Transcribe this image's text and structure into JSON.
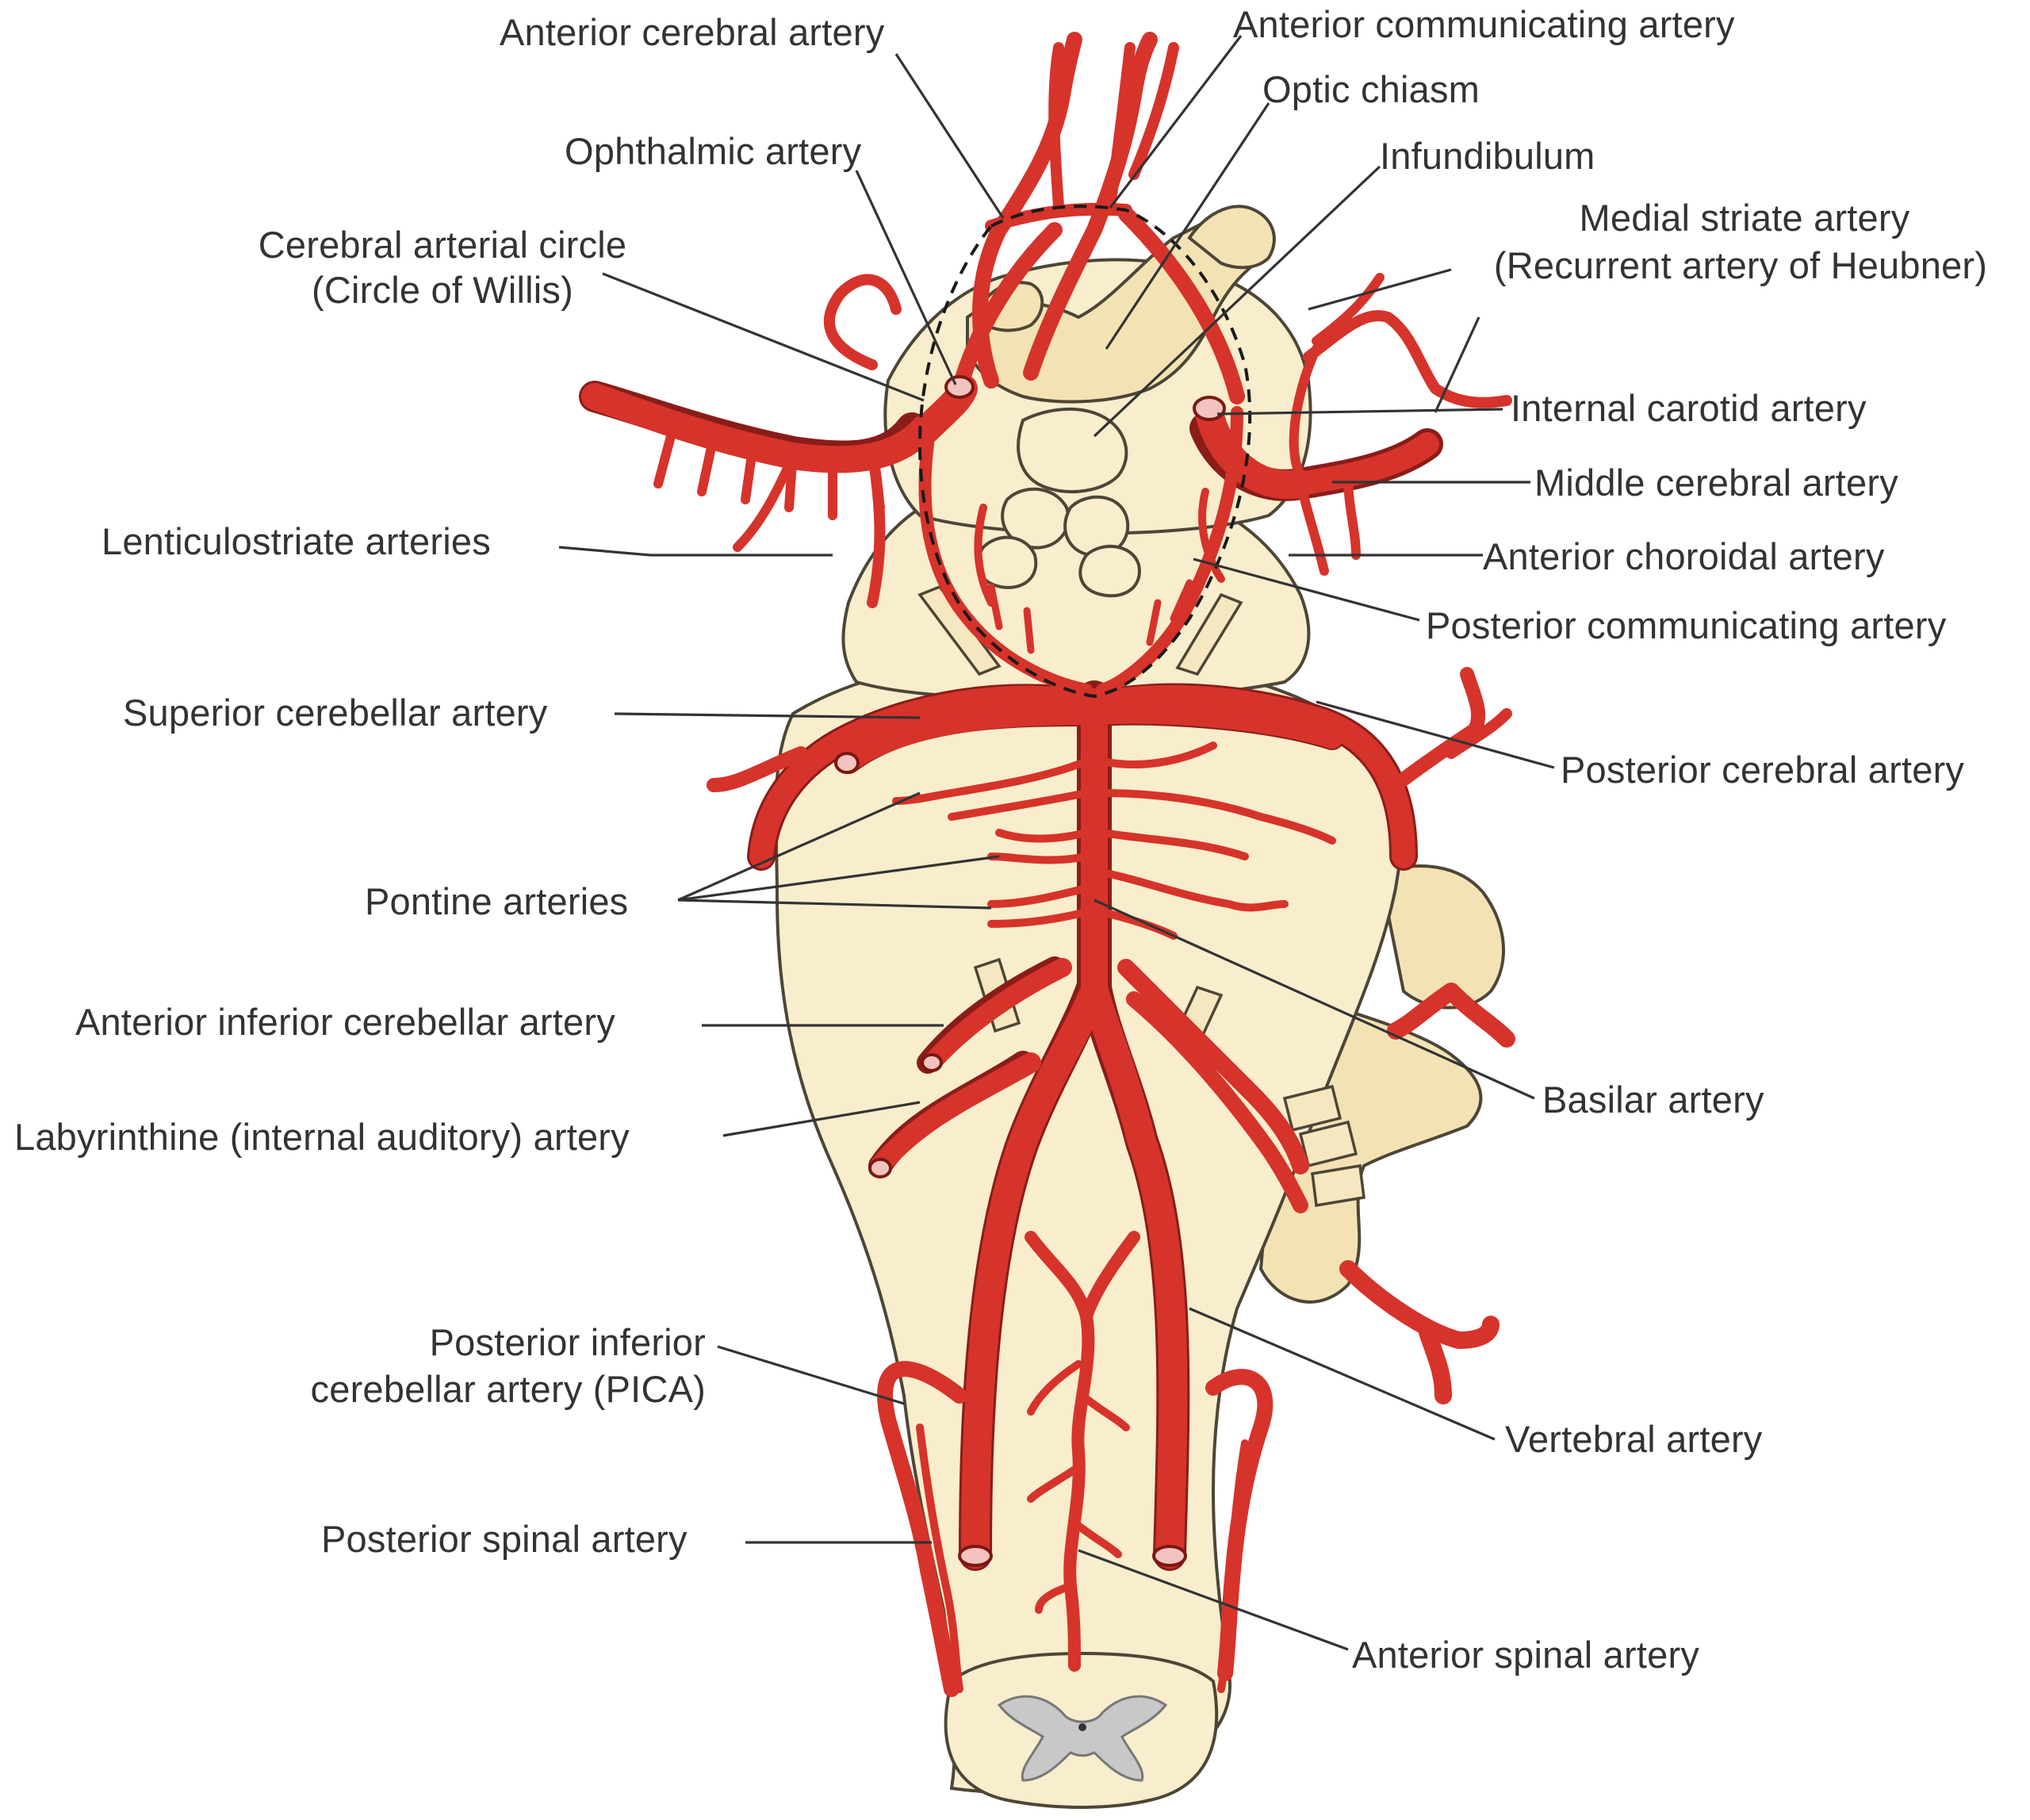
{
  "labels": {
    "anterior_cerebral_artery": "Anterior cerebral artery",
    "anterior_communicating_artery": "Anterior communicating artery",
    "optic_chiasm": "Optic chiasm",
    "ophthalmic_artery": "Ophthalmic artery",
    "infundibulum": "Infundibulum",
    "cerebral_arterial_circle_line1": "Cerebral arterial circle",
    "cerebral_arterial_circle_line2": "(Circle of Willis)",
    "medial_striate_line1": "Medial striate artery",
    "medial_striate_line2": "(Recurrent artery of Heubner)",
    "internal_carotid_artery": "Internal carotid artery",
    "middle_cerebral_artery": "Middle cerebral artery",
    "lenticulostriate_arteries": "Lenticulostriate arteries",
    "anterior_choroidal_artery": "Anterior choroidal artery",
    "posterior_communicating_artery": "Posterior communicating artery",
    "superior_cerebellar_artery": "Superior cerebellar artery",
    "posterior_cerebral_artery": "Posterior cerebral artery",
    "pontine_arteries": "Pontine arteries",
    "anterior_inferior_cerebellar_artery": "Anterior inferior cerebellar artery",
    "basilar_artery": "Basilar artery",
    "labyrinthine_artery": "Labyrinthine (internal auditory) artery",
    "pica_line1": "Posterior inferior",
    "pica_line2": "cerebellar artery (PICA)",
    "vertebral_artery": "Vertebral artery",
    "posterior_spinal_artery": "Posterior spinal artery",
    "anterior_spinal_artery": "Anterior spinal artery"
  },
  "colors": {
    "artery": "#d6332b",
    "artery_outline": "#8a1d18",
    "tissue": "#f8edcc",
    "gray_matter": "#c8c8c8",
    "label_text": "#333333"
  }
}
